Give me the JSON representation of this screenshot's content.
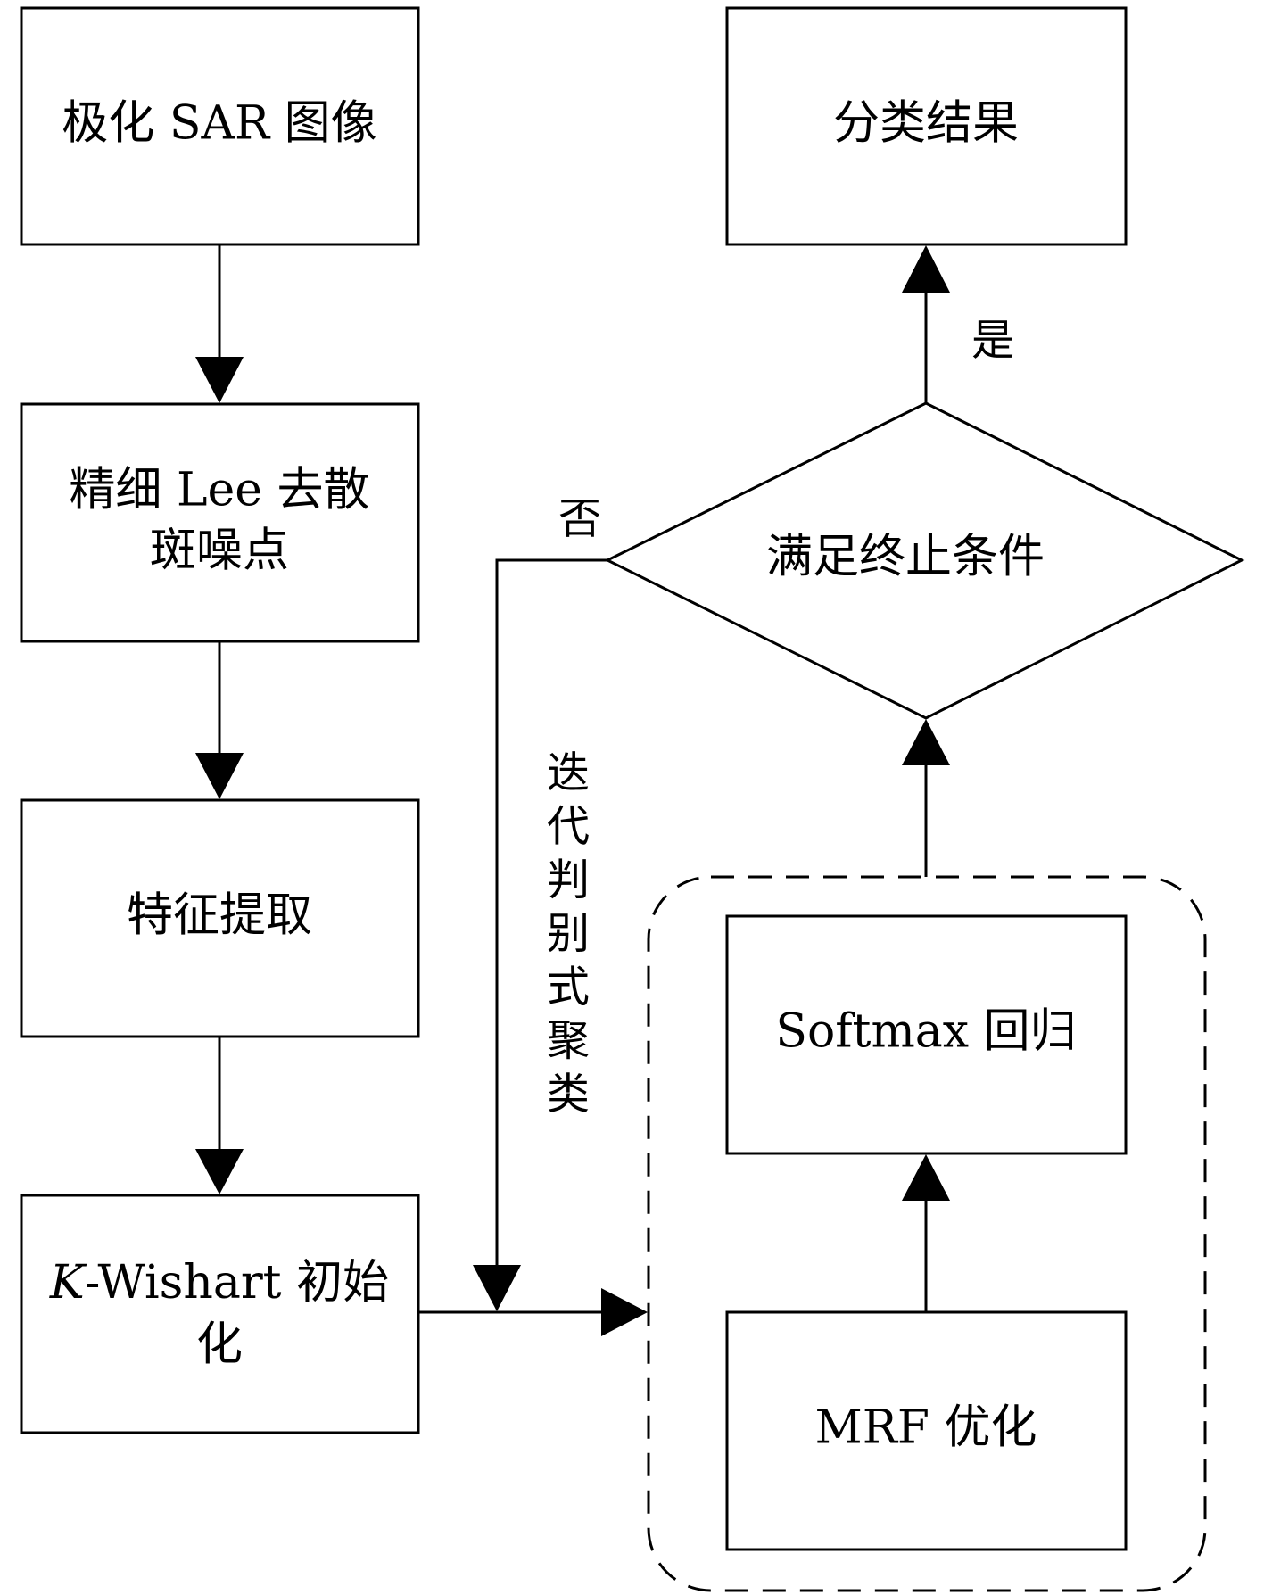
{
  "nodes": {
    "polsar_image": "极化 SAR 图像",
    "lee_filter_line1": "精细 Lee 去散",
    "lee_filter_line2": "斑噪点",
    "feature_extraction": "特征提取",
    "kwishart_prefix": "K",
    "kwishart_rest": "-Wishart 初始",
    "kwishart_line2": "化",
    "softmax_regression": "Softmax 回归",
    "mrf_optimization": "MRF 优化",
    "termination_check": "满足终止条件",
    "classification_result": "分类结果"
  },
  "edges": {
    "yes_label": "是",
    "no_label": "否",
    "iteration_label": [
      "迭",
      "代",
      "判",
      "别",
      "式",
      "聚",
      "类"
    ]
  }
}
